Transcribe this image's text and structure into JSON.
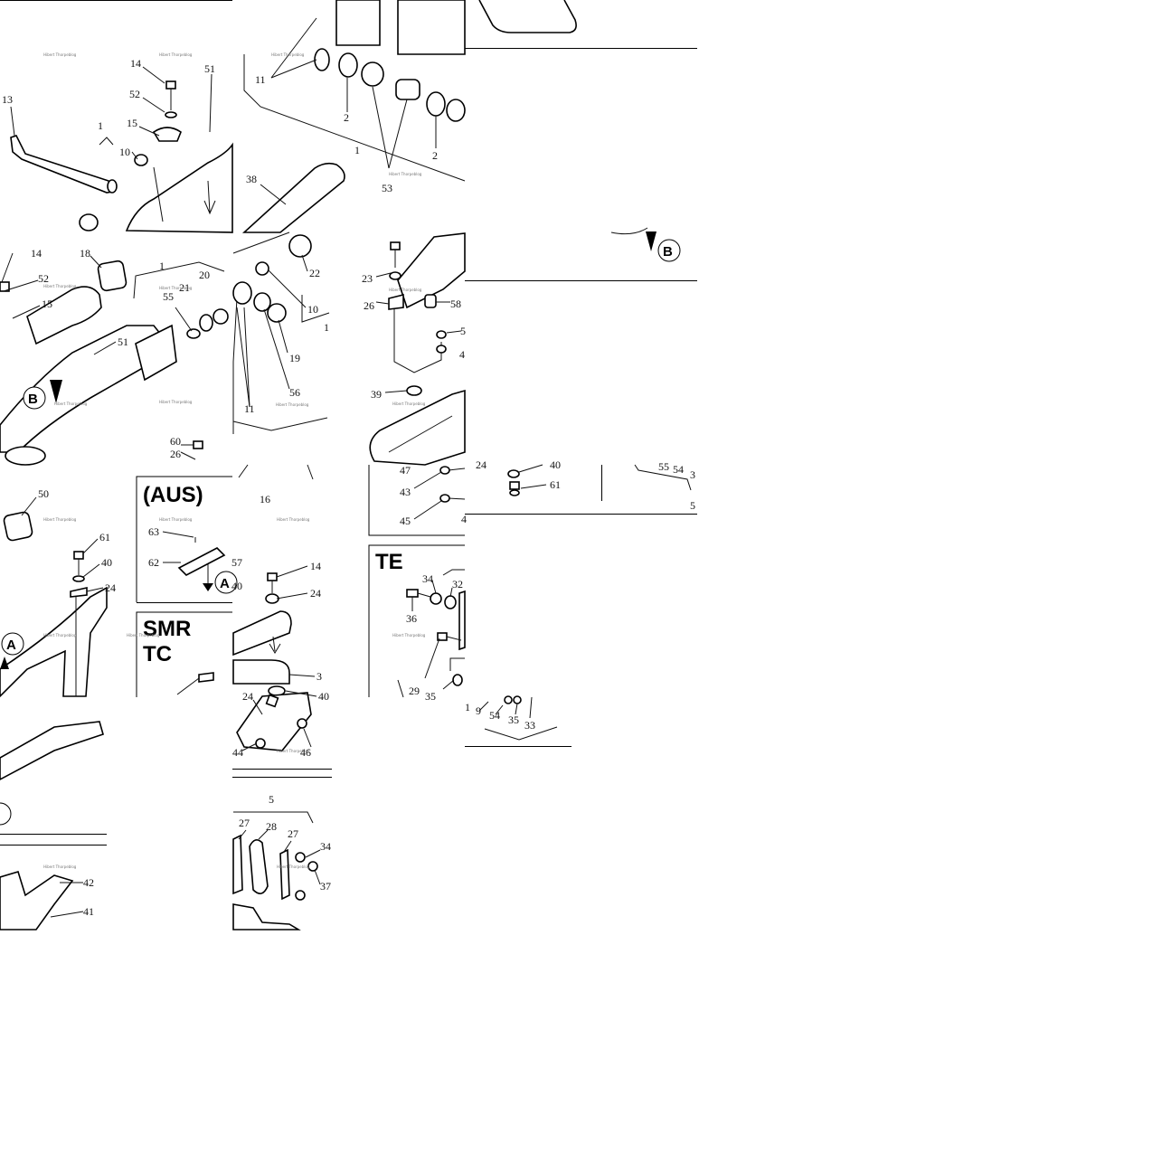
{
  "watermark": "Hibert Thorpeblog",
  "tile_1_labels": [
    "14",
    "51",
    "13",
    "52",
    "15",
    "10",
    "1"
  ],
  "tile_2_labels": [
    "11",
    "2",
    "1",
    "2",
    "53",
    "38"
  ],
  "tile_3_labels": [
    "B"
  ],
  "tile_4_labels": [
    "14",
    "18",
    "1",
    "20",
    "52",
    "21",
    "55",
    "15",
    "51",
    "B",
    "60",
    "26"
  ],
  "tile_5_labels": [
    "22",
    "10",
    "1",
    "19",
    "56",
    "11"
  ],
  "tile_6_labels": [
    "23",
    "26",
    "58",
    "5",
    "4",
    "39"
  ],
  "tile_7_labels": [
    "50",
    "61",
    "40",
    "24",
    "A"
  ],
  "tile_8_labels": [
    "(AUS)",
    "63",
    "62",
    "57",
    "40",
    "A",
    "SMR",
    "TC"
  ],
  "tile_9_labels": [
    "16",
    "14",
    "24",
    "3",
    "40",
    "24",
    "44",
    "46"
  ],
  "tile_10_labels": [
    "47",
    "43",
    "45",
    "4",
    "TE",
    "34",
    "32",
    "36",
    "29",
    "35"
  ],
  "tile_11_labels": [
    "24",
    "40",
    "61",
    "55",
    "54",
    "3",
    "5"
  ],
  "tile_12_labels": [
    "1",
    "9",
    "54",
    "35",
    "33"
  ],
  "tile_13_labels": [
    "42",
    "41"
  ],
  "tile_14_labels": [
    "5",
    "27",
    "28",
    "27",
    "34",
    "37"
  ]
}
